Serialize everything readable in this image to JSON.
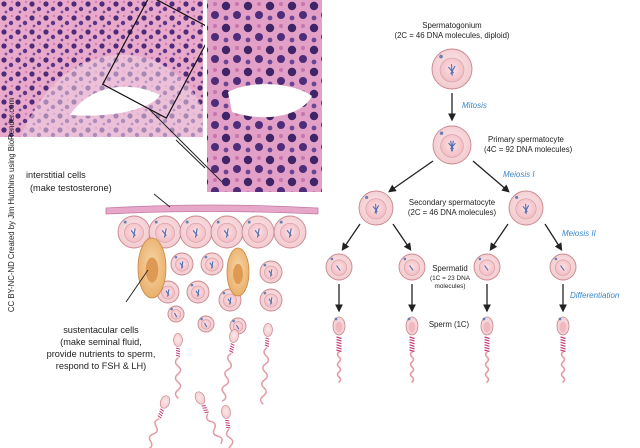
{
  "credit": "CC BY-NC-ND Created by Jim Hutchins using BioRender.com",
  "left_labels": {
    "interstitial_line1": "interstitial cells",
    "interstitial_line2": "(make testosterone)",
    "sustentacular_line1": "sustentacular cells",
    "sustentacular_line2": "(make seminal fluid,",
    "sustentacular_line3": "provide nutrients to sperm,",
    "sustentacular_line4": "respond to FSH & LH)"
  },
  "stages": {
    "spermatogonium_title": "Spermatogonium",
    "spermatogonium_detail": "(2C = 46 DNA molecules, diploid)",
    "primary_title": "Primary spermatocyte",
    "primary_detail": "(4C = 92 DNA molecules)",
    "secondary_title": "Secondary spermatocyte",
    "secondary_detail": "(2C = 46 DNA molecules)",
    "spermatid_title": "Spermatid",
    "spermatid_detail1": "(1C = 23 DNA",
    "spermatid_detail2": "molecules)",
    "sperm_title": "Sperm (1C)"
  },
  "processes": {
    "mitosis": "Mitosis",
    "meiosis1": "Meiosis I",
    "meiosis2": "Meiosis II",
    "differentiation": "Differentiation"
  },
  "colors": {
    "process_text": "#3a86c8",
    "cell_fill": "#f6d9dc",
    "cell_stroke": "#c9888f",
    "nucleus_fill": "#f4c4c9",
    "sertoli_fill": "#f3c893",
    "tissue_pink": "#e7a7c8",
    "tissue_purple": "#4a2a72"
  }
}
